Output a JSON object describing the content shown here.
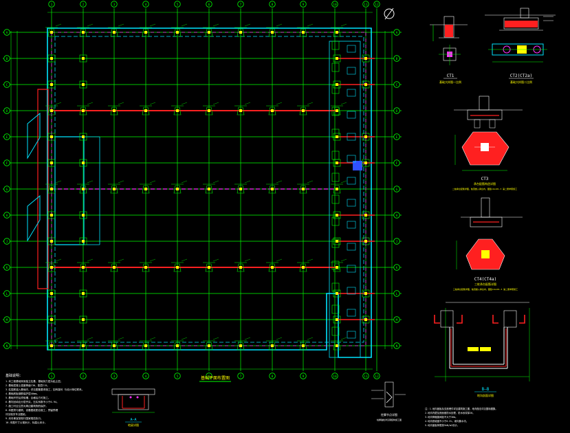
{
  "plan": {
    "grid_cols": [
      "1",
      "2",
      "3",
      "4",
      "5",
      "6",
      "7",
      "8",
      "9",
      "10",
      "11",
      "12"
    ],
    "grid_rows": [
      "A",
      "B",
      "C",
      "D",
      "E",
      "F",
      "G",
      "H",
      "J",
      "K",
      "L",
      "M",
      "N"
    ],
    "title": "基础平面布置图",
    "note_heading": "基础说明：",
    "notes": [
      "1.本工程基础采用独立柱基，基础持力层为粘土层。",
      "2.基础混凝土强度等级C30，垫层C15。",
      "3.柱插筋锚入基础内，详见图集要求施工，如有疑问 与设计单位联系。",
      "4.基础底板钢筋保护层40mm。",
      "5.基础开挖后须验槽，合格后方可施工。",
      "6.基坑回填应分层夯实，压实系数不小于0.94。",
      "7.施工时应注意对周边建筑物的保护。",
      "8.本图须与建筑、设备图纸配合施工，预留预埋",
      "  详见相关专业图纸。",
      "9.未尽事宜按现行国家规范执行。",
      "10.本图尺寸以毫米计，标高以米计。"
    ]
  },
  "details": {
    "ct1": {
      "label": "CT1",
      "caption": "基础大样图一比例"
    },
    "ct2": {
      "label": "CT2(CT2a)",
      "caption": "基础大样图二比例"
    },
    "ct3": {
      "label": "CT3",
      "caption": "承台配筋构造详图",
      "note": "二桩承台配筋详图，桩顶嵌入承台内，图集11G101-3 第二册参照施工"
    },
    "ct4": {
      "label": "CT4(CT4a)",
      "caption": "三桩承台配筋详图",
      "note": "三桩承台配筋详图，桩顶嵌入承台内，图集11G101-3 第二册参照施工"
    },
    "bb": {
      "label": "B—B",
      "caption": "地沟剖面详图"
    },
    "aa": {
      "label": "A—A",
      "caption": "地梁详图"
    },
    "jd": {
      "caption": "柱脚节点详图",
      "note": "柱脚锚栓详见钢结构施工图"
    },
    "bottom_notes": [
      "注：1.地沟盖板及支座埋件详见建筑施工图，地沟做法详见国标图集。",
      "   2.地沟内壁及底面做防水处理，防水砂浆厚20。",
      "   3.地沟伸缩缝间距不大于30m。",
      "   4.地沟底坡度不小于0.3%，坡向集水坑。",
      "   5.地沟盖板荷载按5kN/m2设计。"
    ]
  },
  "colors": {
    "background": "#000000",
    "axis": "#00ff00",
    "beam": "#ff2020",
    "slab_edge": "#00e5ff",
    "text": "#ffffff",
    "magenta": "#ff30ff",
    "yellow": "#ffff00",
    "blue": "#3050ff"
  }
}
